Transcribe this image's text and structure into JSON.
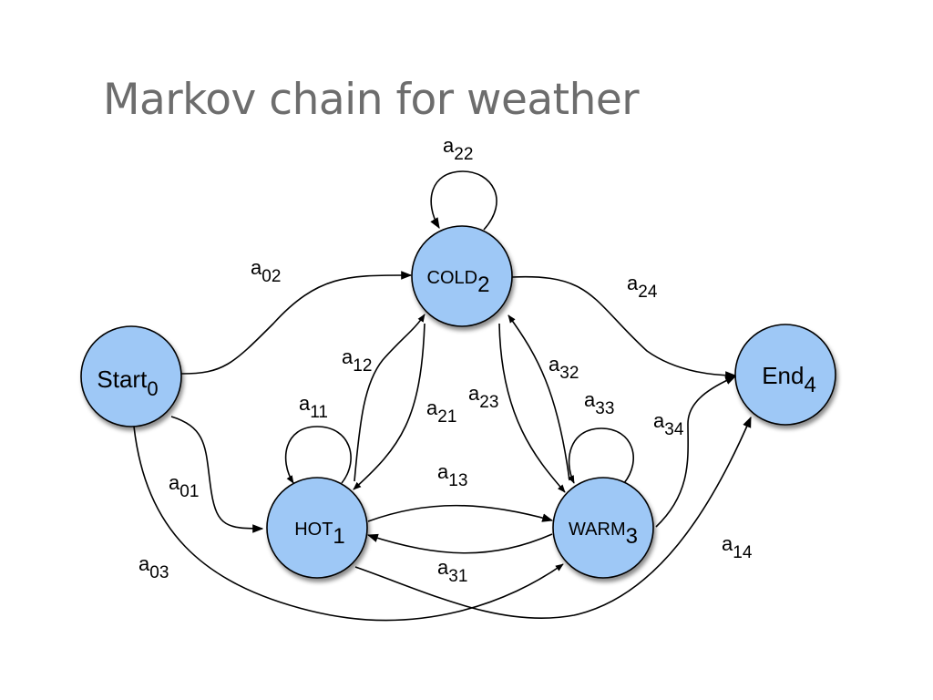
{
  "title": "Markov chain for weather",
  "nodes": {
    "start": {
      "name": "Start",
      "index": "0"
    },
    "hot": {
      "name": "HOT",
      "index": "1"
    },
    "cold": {
      "name": "COLD",
      "index": "2"
    },
    "warm": {
      "name": "WARM",
      "index": "3"
    },
    "end": {
      "name": "End",
      "index": "4"
    }
  },
  "edges": {
    "a02": {
      "letter": "a",
      "sub": "02"
    },
    "a01": {
      "letter": "a",
      "sub": "01"
    },
    "a03": {
      "letter": "a",
      "sub": "03"
    },
    "a22": {
      "letter": "a",
      "sub": "22"
    },
    "a24": {
      "letter": "a",
      "sub": "24"
    },
    "a12": {
      "letter": "a",
      "sub": "12"
    },
    "a21": {
      "letter": "a",
      "sub": "21"
    },
    "a23": {
      "letter": "a",
      "sub": "23"
    },
    "a32": {
      "letter": "a",
      "sub": "32"
    },
    "a11": {
      "letter": "a",
      "sub": "11"
    },
    "a33": {
      "letter": "a",
      "sub": "33"
    },
    "a34": {
      "letter": "a",
      "sub": "34"
    },
    "a13": {
      "letter": "a",
      "sub": "13"
    },
    "a31": {
      "letter": "a",
      "sub": "31"
    },
    "a14": {
      "letter": "a",
      "sub": "14"
    }
  }
}
